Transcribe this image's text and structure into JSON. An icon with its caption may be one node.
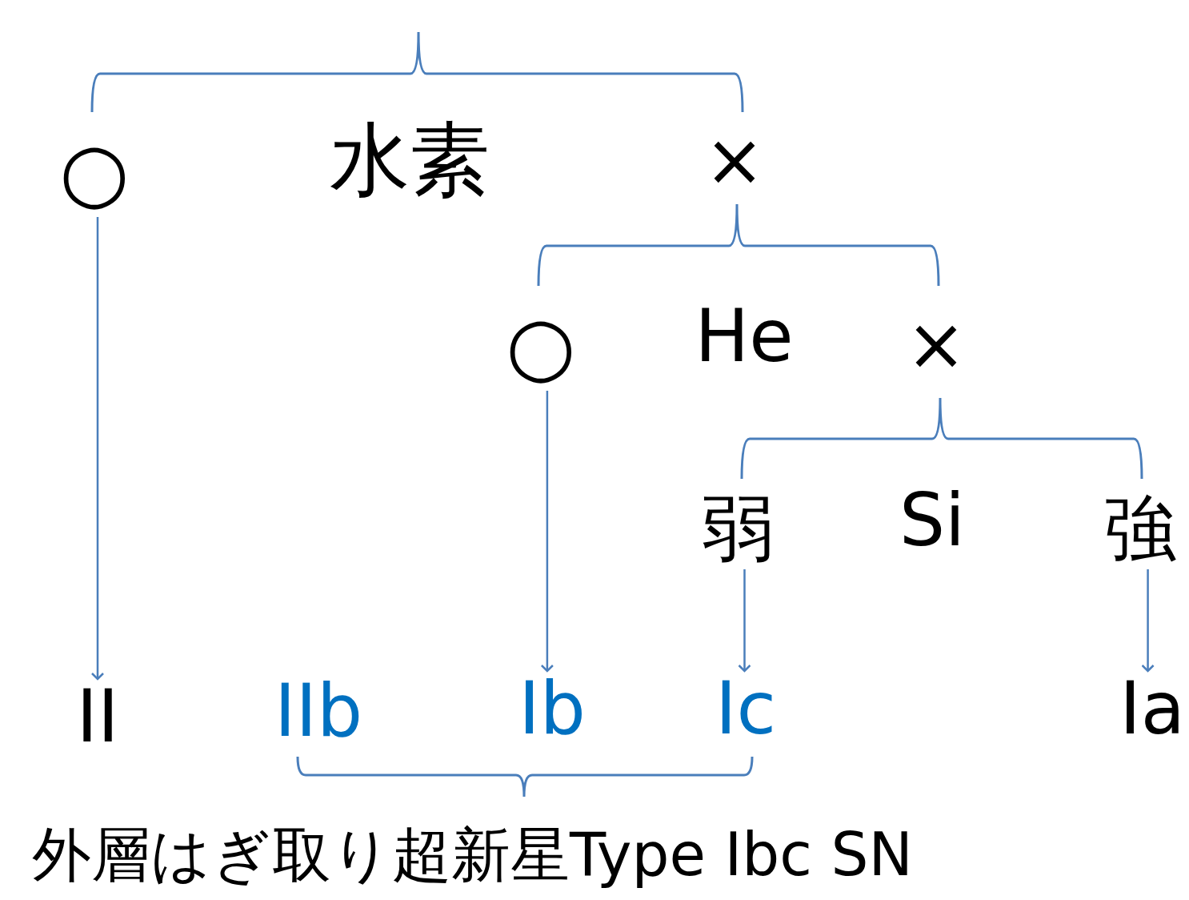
{
  "diagram": {
    "caption": "外層はぎ取り超新星Type Ibc SN",
    "nodes": [
      {
        "text": [
          "○"
        ]
      },
      {
        "text": [
          "○"
        ]
      },
      {
        "text": [
          "弱"
        ]
      },
      {
        "text": [
          "強"
        ]
      },
      {
        "text": [
          "II"
        ]
      },
      {
        "text": [
          "Ib"
        ]
      },
      {
        "text": [
          "Ic"
        ]
      },
      {
        "text": [
          "Ia"
        ]
      }
    ],
    "edges": [
      {
        "from": 0,
        "to": 4,
        "arrow": "to"
      },
      {
        "from": 1,
        "to": 5,
        "arrow": "to"
      },
      {
        "from": 2,
        "to": 6,
        "arrow": "to"
      },
      {
        "from": 3,
        "to": 7,
        "arrow": "to"
      }
    ],
    "labels": [
      "水素",
      "×",
      "He",
      "×",
      "Si",
      "IIb"
    ]
  }
}
